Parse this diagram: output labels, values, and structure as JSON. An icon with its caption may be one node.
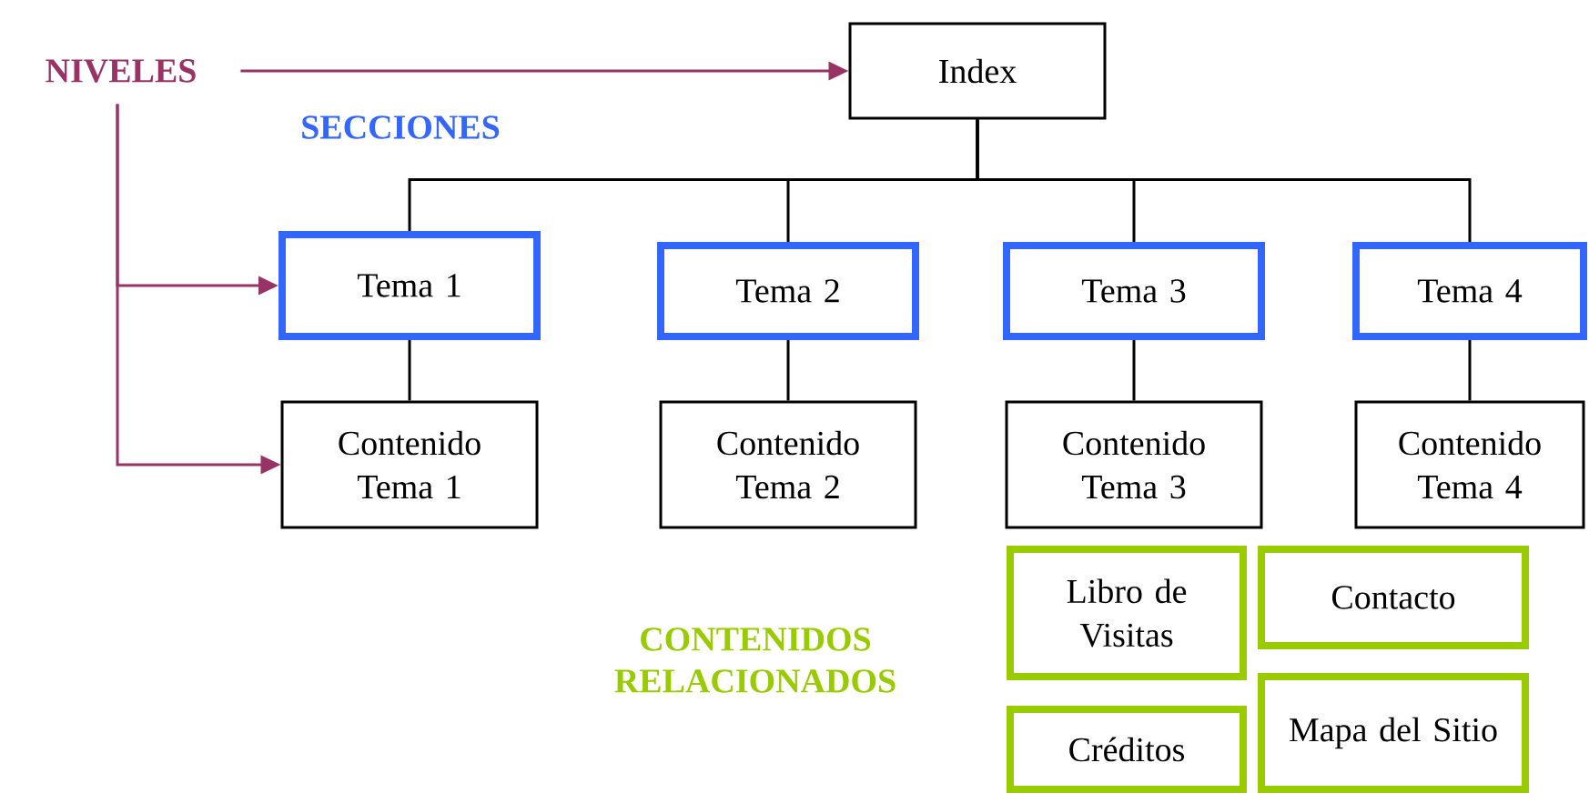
{
  "diagram": {
    "nodes": [
      {
        "text": [
          "NIVELES"
        ]
      },
      {
        "text": [
          "Index"
        ]
      },
      {
        "text": [
          "Tema 1"
        ]
      },
      {
        "text": [
          "Tema 2"
        ]
      },
      {
        "text": [
          "Tema 3"
        ]
      },
      {
        "text": [
          "Tema 4"
        ]
      },
      {
        "text": [
          "Contenido Tema 1"
        ]
      },
      {
        "text": [
          "Contenido Tema 2"
        ]
      },
      {
        "text": [
          "Contenido Tema 3"
        ]
      },
      {
        "text": [
          "Contenido Tema 4"
        ]
      },
      {
        "text": [
          "Libro de Visitas"
        ]
      },
      {
        "text": [
          "Contacto"
        ]
      },
      {
        "text": [
          "Créditos"
        ]
      },
      {
        "text": [
          "Mapa del Sitio"
        ]
      }
    ],
    "edges": [
      {
        "from": 0,
        "to": 1,
        "arrow": "to",
        "color": "#993366"
      },
      {
        "from": 0,
        "to": 2,
        "arrow": "to",
        "color": "#993366"
      },
      {
        "from": 0,
        "to": 6,
        "arrow": "to",
        "color": "#993366"
      },
      {
        "from": 1,
        "to": 2,
        "arrow": "none"
      },
      {
        "from": 1,
        "to": 3,
        "arrow": "none"
      },
      {
        "from": 1,
        "to": 4,
        "arrow": "none"
      },
      {
        "from": 1,
        "to": 5,
        "arrow": "none"
      },
      {
        "from": 2,
        "to": 6,
        "arrow": "none"
      },
      {
        "from": 3,
        "to": 7,
        "arrow": "none"
      },
      {
        "from": 4,
        "to": 8,
        "arrow": "none"
      },
      {
        "from": 5,
        "to": 9,
        "arrow": "none"
      }
    ],
    "labels": [
      "SECCIONES",
      "CONTENIDOS RELACIONADOS"
    ]
  }
}
